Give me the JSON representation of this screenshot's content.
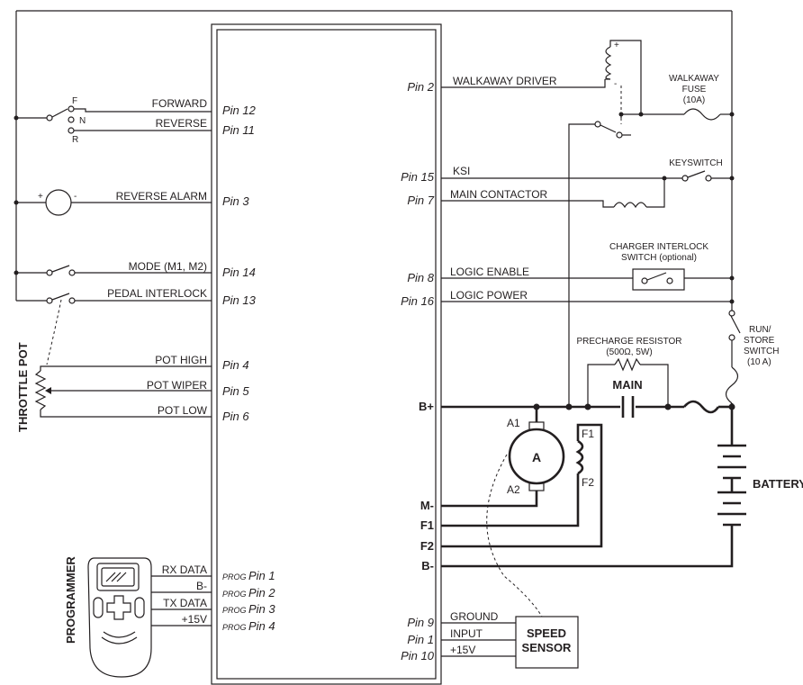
{
  "left_labels": {
    "forward": "FORWARD",
    "reverse": "REVERSE",
    "f": "F",
    "n": "N",
    "r": "R",
    "reverse_alarm": "REVERSE ALARM",
    "plus": "+",
    "minus": "-",
    "mode": "MODE (M1, M2)",
    "pedal_interlock": "PEDAL INTERLOCK",
    "throttle_pot": "THROTTLE POT",
    "pot_high": "POT HIGH",
    "pot_wiper": "POT WIPER",
    "pot_low": "POT LOW",
    "programmer": "PROGRAMMER",
    "rx_data": "RX DATA",
    "b_minus": "B-",
    "tx_data": "TX DATA",
    "plus15v": "+15V"
  },
  "left_pins": {
    "pin12": "Pin 12",
    "pin11": "Pin 11",
    "pin3": "Pin 3",
    "pin14": "Pin 14",
    "pin13": "Pin 13",
    "pin4": "Pin 4",
    "pin5": "Pin 5",
    "pin6": "Pin 6",
    "prog": "PROG",
    "ppin1": "Pin 1",
    "ppin2": "Pin 2",
    "ppin3": "Pin 3",
    "ppin4": "Pin 4"
  },
  "right_pins": {
    "pin2": "Pin 2",
    "pin15": "Pin 15",
    "pin7": "Pin 7",
    "pin8": "Pin 8",
    "pin16": "Pin 16",
    "bplus": "B+",
    "mminus": "M-",
    "f1": "F1",
    "f2": "F2",
    "bminus": "B-",
    "pin9": "Pin 9",
    "pin1": "Pin 1",
    "pin10": "Pin 10"
  },
  "right_labels": {
    "walkaway_driver": "WALKAWAY DRIVER",
    "ksi": "KSI",
    "main_contactor": "MAIN CONTACTOR",
    "logic_enable": "LOGIC ENABLE",
    "logic_power": "LOGIC POWER",
    "ground": "GROUND",
    "input": "INPUT",
    "plus15v": "+15V",
    "walkaway_fuse_1": "WALKAWAY",
    "walkaway_fuse_2": "FUSE",
    "walkaway_fuse_3": "(10A)",
    "keyswitch": "KEYSWITCH",
    "charger_1": "CHARGER INTERLOCK",
    "charger_2": "SWITCH (optional)",
    "run_1": "RUN/",
    "run_2": "STORE",
    "run_3": "SWITCH",
    "run_4": "(10 A)",
    "precharge_1": "PRECHARGE RESISTOR",
    "precharge_2": "(500Ω, 5W)",
    "main": "MAIN",
    "battery": "BATTERY",
    "motor_a": "A",
    "a1": "A1",
    "a2": "A2",
    "field_f1": "F1",
    "field_f2": "F2",
    "speed_1": "SPEED",
    "speed_2": "SENSOR",
    "coil_plus": "+",
    "coil_minus": "-"
  }
}
